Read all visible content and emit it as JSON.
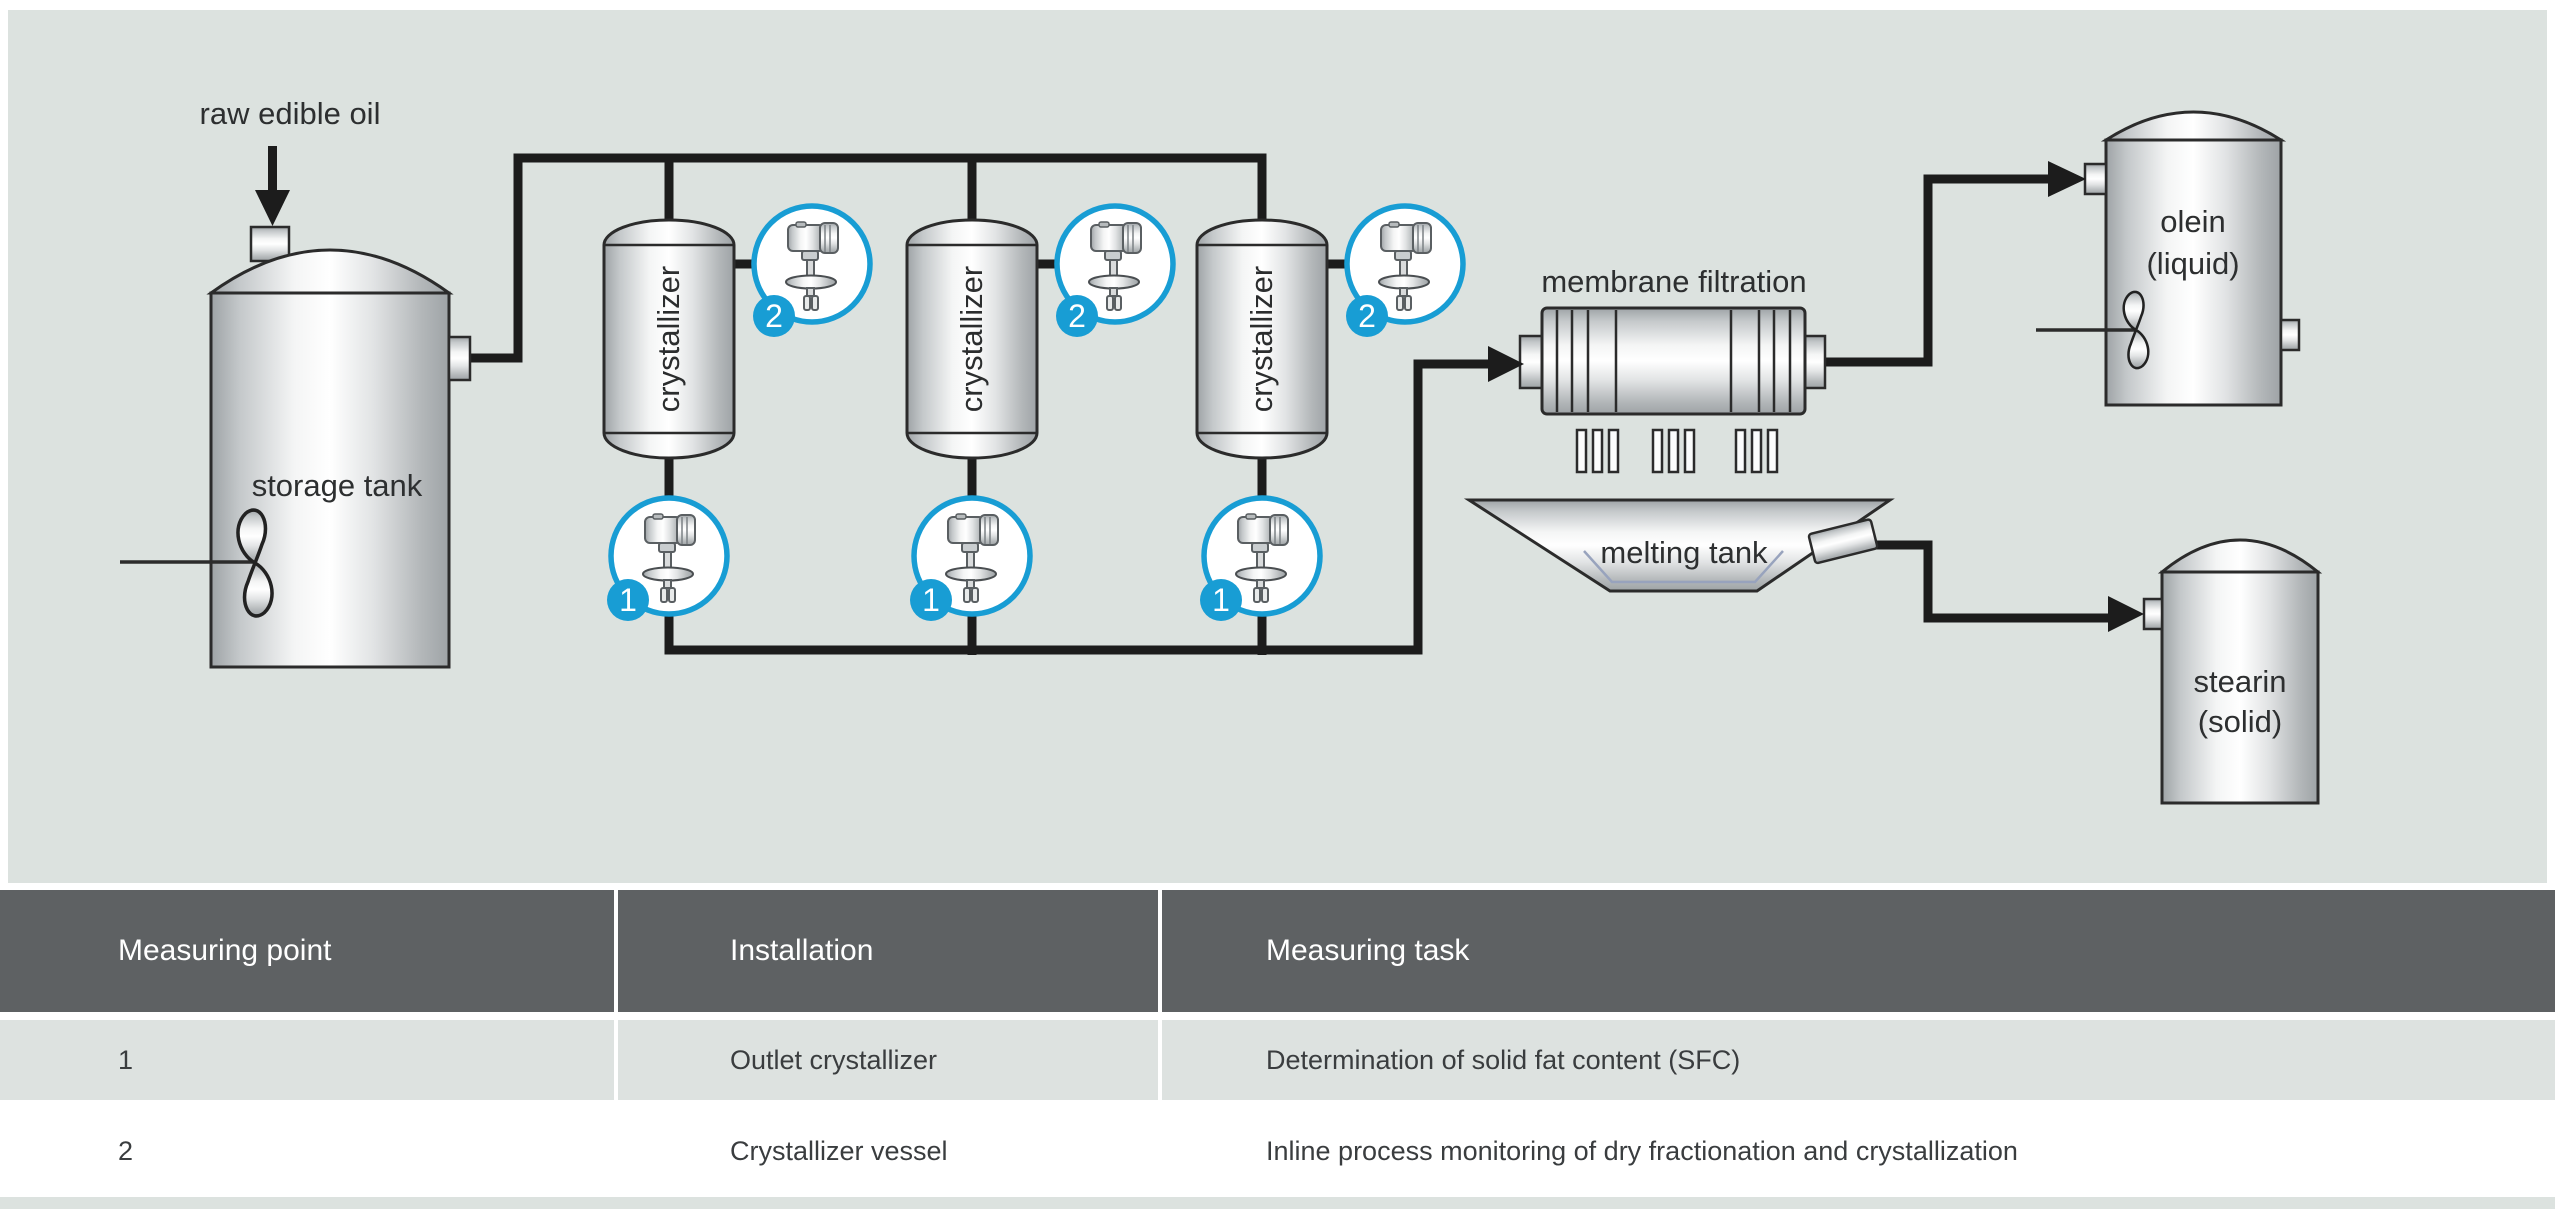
{
  "colors": {
    "panel_bg": "#dce2df",
    "table_header_bg": "#5e6163",
    "table_row_alt_bg": "#dde2e0",
    "table_row_bg": "#ffffff",
    "accent_blue": "#189dd4",
    "pipe_black": "#1c1c1c",
    "text_dark": "#2d2f30",
    "text_white": "#ffffff"
  },
  "diagram": {
    "raw_oil_label": "raw edible oil",
    "storage_tank_label": "storage tank",
    "crystallizer_label": "crystallizer",
    "membrane_label": "membrane filtration",
    "melting_label": "melting tank",
    "olein_line1": "olein",
    "olein_line2": "(liquid)",
    "stearin_line1": "stearin",
    "stearin_line2": "(solid)",
    "measuring_point_1": "1",
    "measuring_point_2": "2"
  },
  "table": {
    "headers": [
      "Measuring point",
      "Installation",
      "Measuring task"
    ],
    "rows": [
      {
        "point": "1",
        "installation": "Outlet crystallizer",
        "task": "Determination of solid fat content (SFC)"
      },
      {
        "point": "2",
        "installation": "Crystallizer vessel",
        "task": "Inline process monitoring of dry fractionation and crystallization"
      }
    ]
  }
}
